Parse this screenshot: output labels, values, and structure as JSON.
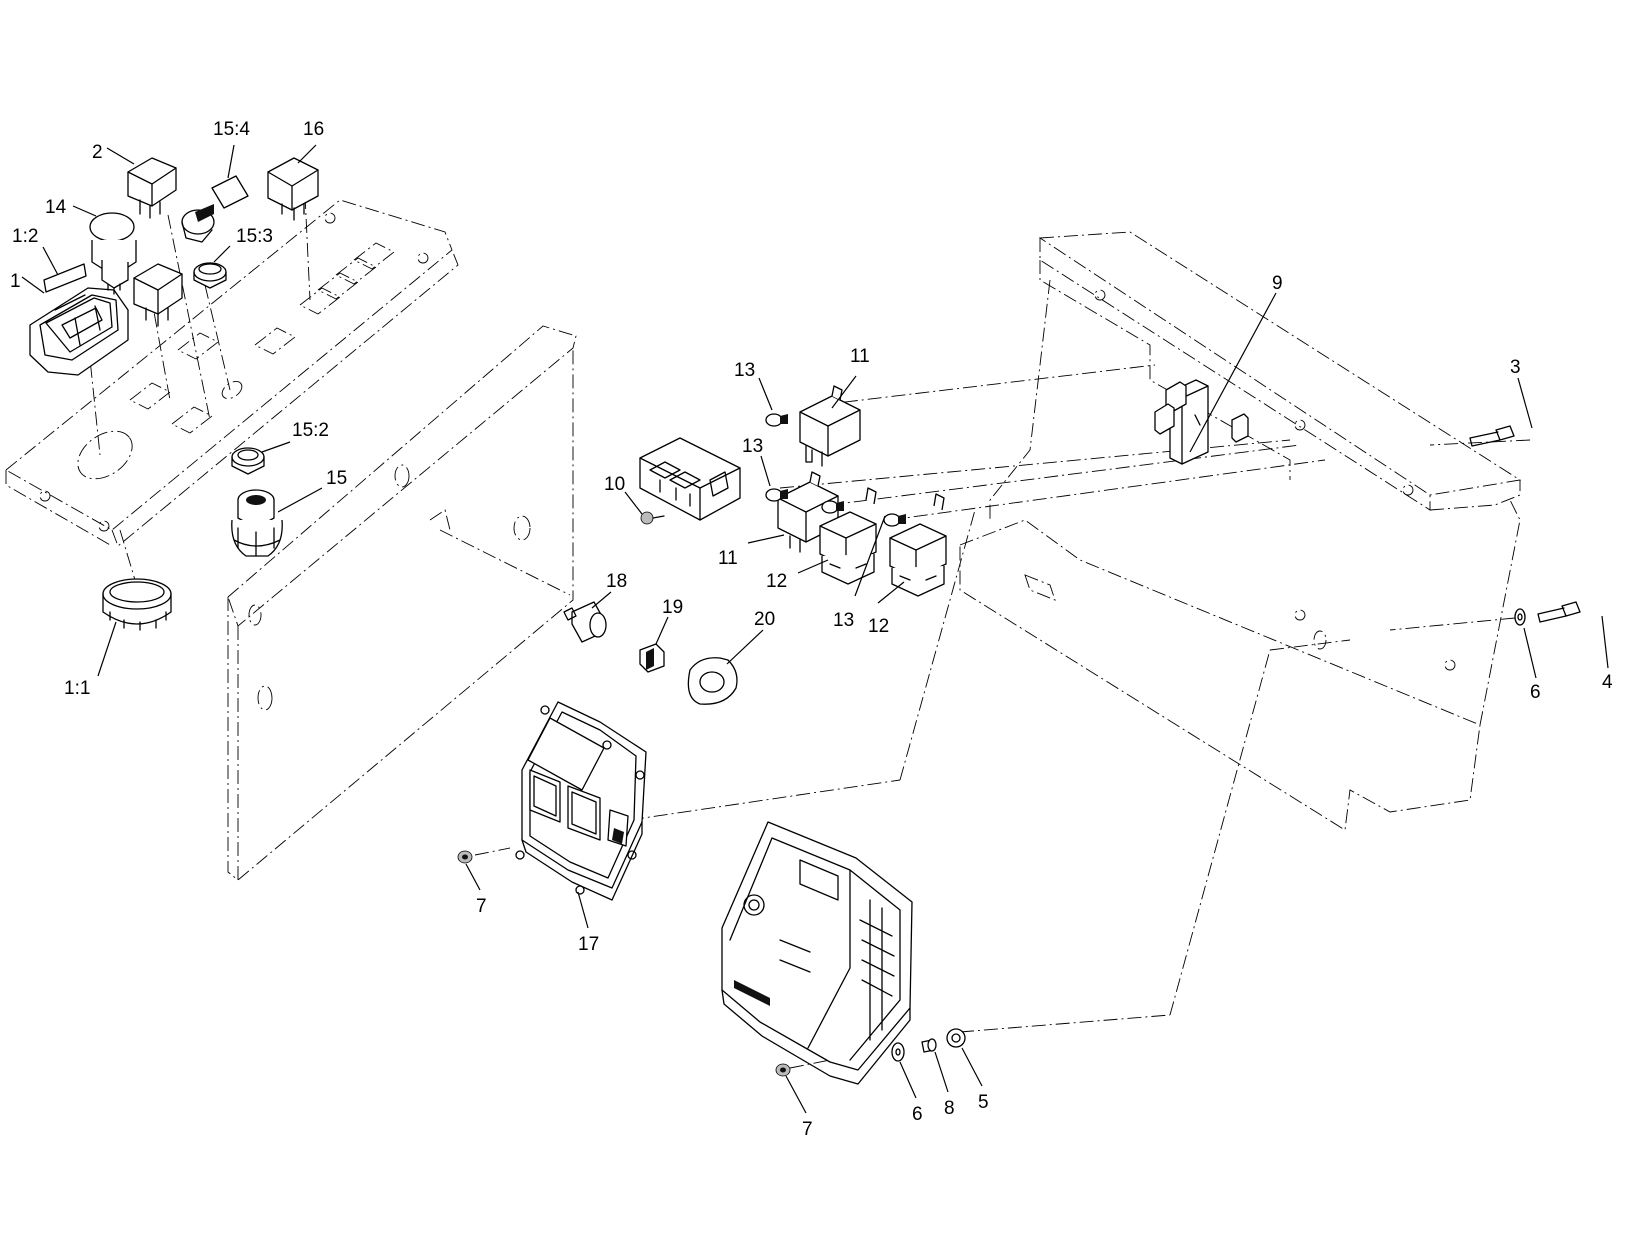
{
  "callouts": [
    {
      "id": "c-15-4",
      "label": "15:4"
    },
    {
      "id": "c-16",
      "label": "16"
    },
    {
      "id": "c-2",
      "label": "2"
    },
    {
      "id": "c-14",
      "label": "14"
    },
    {
      "id": "c-1-2",
      "label": "1:2"
    },
    {
      "id": "c-15-3",
      "label": "15:3"
    },
    {
      "id": "c-1",
      "label": "1"
    },
    {
      "id": "c-15-2",
      "label": "15:2"
    },
    {
      "id": "c-15",
      "label": "15"
    },
    {
      "id": "c-1-1",
      "label": "1:1"
    },
    {
      "id": "c-13a",
      "label": "13"
    },
    {
      "id": "c-11a",
      "label": "11"
    },
    {
      "id": "c-13b",
      "label": "13"
    },
    {
      "id": "c-10",
      "label": "10"
    },
    {
      "id": "c-11b",
      "label": "11"
    },
    {
      "id": "c-12a",
      "label": "12"
    },
    {
      "id": "c-13c",
      "label": "13"
    },
    {
      "id": "c-12b",
      "label": "12"
    },
    {
      "id": "c-9",
      "label": "9"
    },
    {
      "id": "c-3",
      "label": "3"
    },
    {
      "id": "c-18",
      "label": "18"
    },
    {
      "id": "c-19",
      "label": "19"
    },
    {
      "id": "c-20",
      "label": "20"
    },
    {
      "id": "c-6a",
      "label": "6"
    },
    {
      "id": "c-4",
      "label": "4"
    },
    {
      "id": "c-7a",
      "label": "7"
    },
    {
      "id": "c-17",
      "label": "17"
    },
    {
      "id": "c-7b",
      "label": "7"
    },
    {
      "id": "c-6b",
      "label": "6"
    },
    {
      "id": "c-8",
      "label": "8"
    },
    {
      "id": "c-5",
      "label": "5"
    }
  ]
}
